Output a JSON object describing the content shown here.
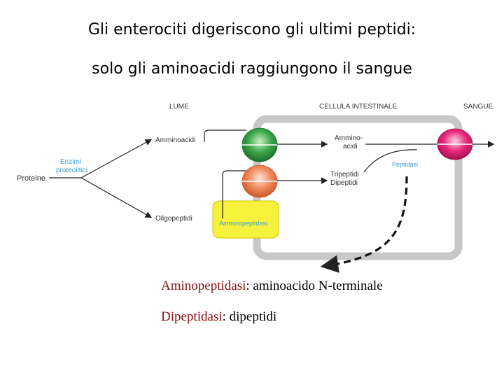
{
  "title": {
    "line1": "Gli enterociti digeriscono gli ultimi peptidi:",
    "line2": "solo gli aminoacidi raggiungono il sangue"
  },
  "diagram": {
    "headers": {
      "lume": "LUME",
      "cellula": "CELLULA INTESTINALE",
      "sangue": "SANGUE"
    },
    "labels": {
      "proteine": "Proteine",
      "enzimi_line1": "Enzimi",
      "enzimi_line2": "proteolitici",
      "amminoacidi": "Amminoacidi",
      "oligopeptidi": "Oligopeptidi",
      "ammino_line1": "Ammino-",
      "ammino_line2": "acidi",
      "tripeptidi": "Tripeptidi",
      "dipeptidi": "Dipeptidi",
      "peptidasi": "Peptidasi",
      "amminopeptidasi": "Amminopeptidasi"
    },
    "colors": {
      "cell_border": "#c8c8c8",
      "green_transporter": "#3aa64a",
      "orange_transporter": "#ee8a5a",
      "pink_transporter": "#e8287a",
      "enzyme_box": "#f6f23c",
      "blue_text": "#3b9fd6"
    }
  },
  "definitions": [
    {
      "term": "Aminopeptidasi",
      "text": ": aminoacido N-terminale"
    },
    {
      "term": "Dipeptidasi",
      "text": ": dipeptidi"
    }
  ]
}
